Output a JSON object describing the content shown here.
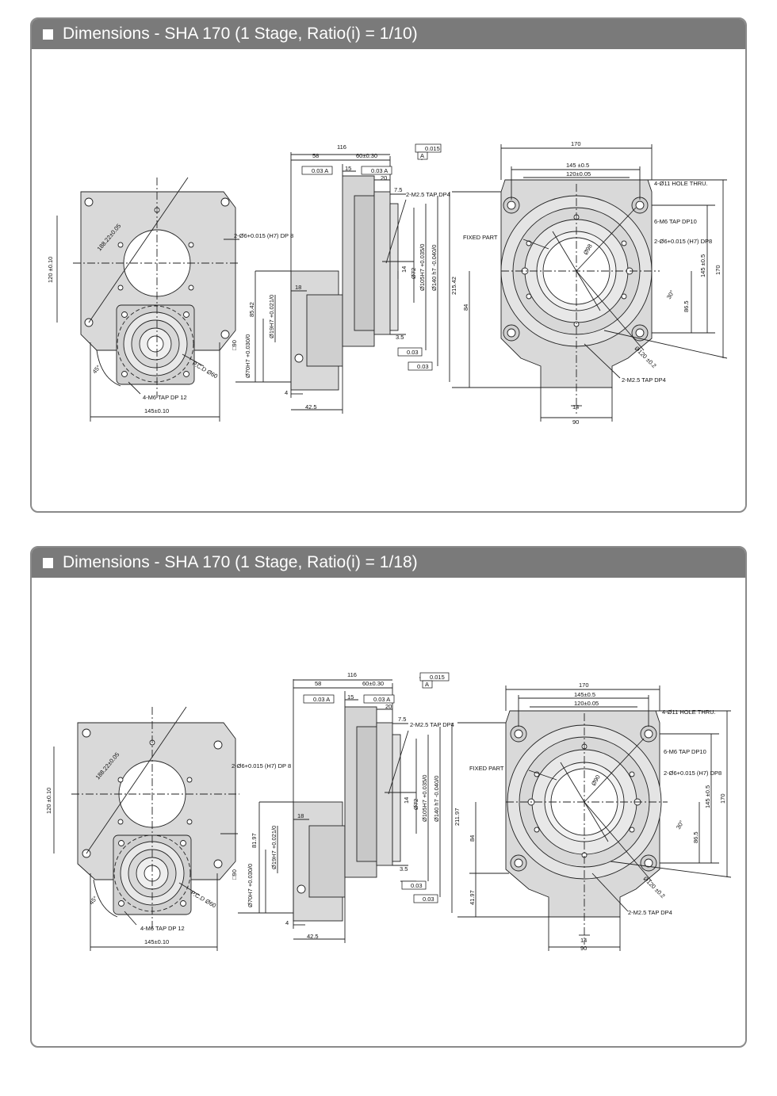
{
  "panels": [
    {
      "title": "Dimensions - SHA 170 (1 Stage, Ratio(i) = 1/10)",
      "labels": {
        "pcd_front": "188.22±0.05",
        "h120": "120 ±0.10",
        "pin_holes_front": "2-Ø6+0.015 (H7) DP 8",
        "sq90": "□90",
        "pcd60": "P.C.D Ø60",
        "angle45": "45°",
        "tap_m6": "4-M6 TAP DP 12",
        "w145": "145±0.10",
        "len116": "116",
        "len58": "58",
        "len60": "60±0.30",
        "len15": "15",
        "len20": "20",
        "len7_5": "7.5",
        "len18": "18",
        "len3_5": "3.5",
        "len4": "4",
        "len42_5": "42.5",
        "tol_flat_top": "0.015",
        "datum_a": "A",
        "tol_par_1": "0.03 A",
        "tol_par_2": "0.03 A",
        "tol_flat_1": "0.03",
        "tol_flat_2": "0.03",
        "tap_m25": "2-M2.5 TAP DP4",
        "h85_42": "85.42",
        "d19h7": "Ø19H7 +0.021/0",
        "d70h7": "Ø70H7 +0.030/0",
        "d14": "14",
        "d72": "Ø72",
        "d105h7": "Ø105H7 +0.035/0",
        "d140h7": "Ø140 h7 -0.040/0",
        "h215_42": "215.42",
        "r_170": "170",
        "r_145": "145 ±0.5",
        "r_120": "120±0.05",
        "hole_thru": "4-Ø11 HOLE THRU.",
        "fixed_part": "FIXED PART",
        "tap_m6_dp10": "6-M6 TAP DP10",
        "pins_rear": "2-Ø6+0.015 (H7) DP8",
        "d98": "Ø98",
        "angle30": "30°",
        "r_84": "84",
        "r_86_5": "86.5",
        "r_145v": "145 ±0.5",
        "r_170v": "170",
        "pcd120": "Ø120 ±0.2",
        "tap_m25_rear": "2-M2.5 TAP DP4",
        "r_14": "14",
        "r_90": "90"
      }
    },
    {
      "title": "Dimensions - SHA 170 (1 Stage, Ratio(i) = 1/18)",
      "labels": {
        "pcd_front": "188.22±0.05",
        "h120": "120 ±0.10",
        "pin_holes_front": "2-Ø6+0.015 (H7) DP 8",
        "sq90": "□90",
        "pcd60": "P.C.D Ø60",
        "angle45": "45°",
        "tap_m6": "4-M6 TAP DP 12",
        "w145": "145±0.10",
        "len116": "116",
        "len58": "58",
        "len60": "60±0.30",
        "len15": "15",
        "len20": "20",
        "len7_5": "7.5",
        "len18": "18",
        "len3_5": "3.5",
        "len4": "4",
        "len42_5": "42.5",
        "tol_flat_top": "0.015",
        "datum_a": "A",
        "tol_par_1": "0.03 A",
        "tol_par_2": "0.03 A",
        "tol_flat_1": "0.03",
        "tol_flat_2": "0.03",
        "tap_m25": "2-M2.5 TAP DP4",
        "h85_42": "81.97",
        "d19h7": "Ø19H7 +0.021/0",
        "d70h7": "Ø70H7 +0.030/0",
        "d14": "14",
        "d72": "Ø72",
        "d105h7": "Ø105H7 +0.035/0",
        "d140h7": "Ø140 h7 -0.040/0",
        "h215_42": "211.97",
        "r_170": "170",
        "r_145": "145±0.5",
        "r_120": "120±0.05",
        "hole_thru": "4-Ø11 HOLE THRU.",
        "fixed_part": "FIXED PART",
        "tap_m6_dp10": "6-M6 TAP DP10",
        "pins_rear": "2-Ø6+0.015 (H7) DP8",
        "d98": "Ø90",
        "angle30": "30°",
        "r_84": "84",
        "r_86_5": "86.5",
        "r_145v": "145 ±0.5",
        "r_170v": "170",
        "pcd120": "Ø120 ±0.2",
        "tap_m25_rear": "2-M2.5 TAP DP4",
        "r_14": "14",
        "r_90": "90",
        "r_41_97": "41.97"
      }
    }
  ]
}
